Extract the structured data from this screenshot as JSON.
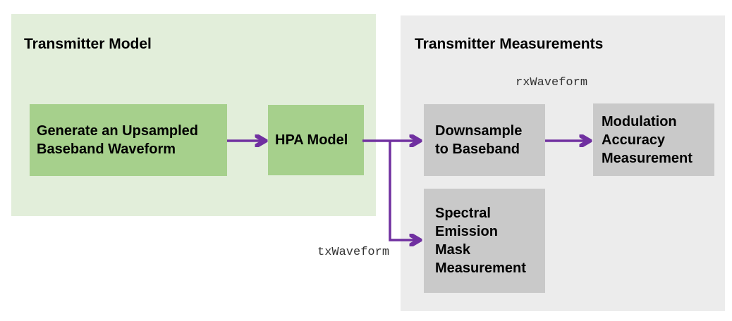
{
  "colors": {
    "background": "#ffffff",
    "panel_green": "#e2eeda",
    "block_green": "#a6d08c",
    "panel_gray": "#ececec",
    "block_gray": "#c9c9c9",
    "arrow_purple": "#7030a0",
    "text": "#000000",
    "mono_label_text": "#333333"
  },
  "panels": {
    "transmitter_model": {
      "title": "Transmitter Model",
      "blocks": {
        "generate_upsampled": {
          "lines": [
            "Generate an Upsampled",
            "Baseband Waveform"
          ]
        },
        "hpa_model": {
          "lines": [
            "HPA Model"
          ]
        }
      }
    },
    "transmitter_measurements": {
      "title": "Transmitter Measurements",
      "blocks": {
        "downsample": {
          "lines": [
            "Downsample",
            "to Baseband"
          ]
        },
        "modulation_accuracy": {
          "lines": [
            "Modulation",
            "Accuracy",
            "Measurement"
          ]
        },
        "spectral_emission": {
          "lines": [
            "Spectral",
            "Emission",
            "Mask",
            "Measurement"
          ]
        }
      }
    }
  },
  "signal_labels": {
    "rx_waveform": "rxWaveform",
    "tx_waveform": "txWaveform"
  }
}
